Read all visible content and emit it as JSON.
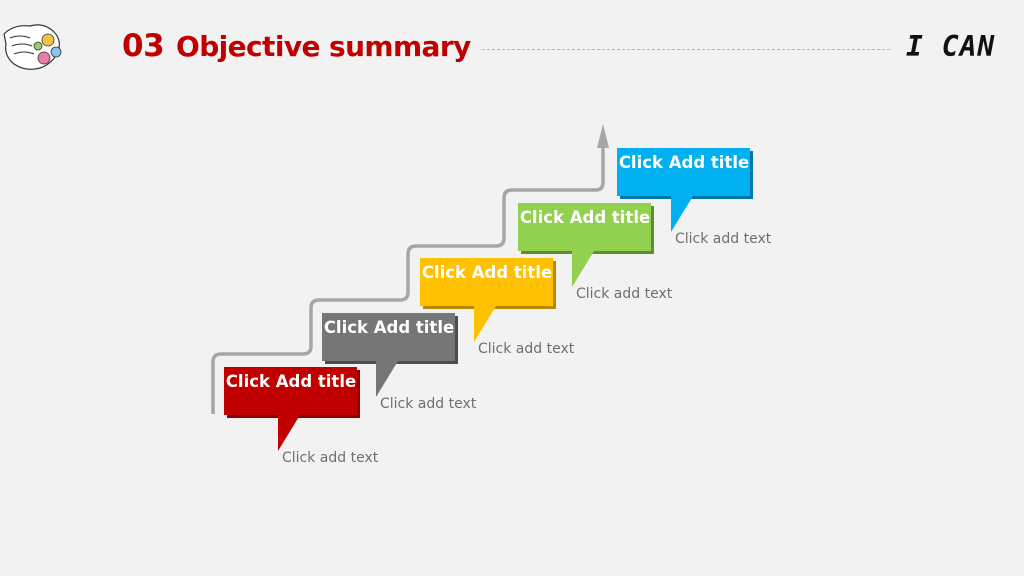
{
  "header": {
    "section_number": "03",
    "title": "Objective summary",
    "brand": "I CAN"
  },
  "colors": {
    "accent": "#c00000",
    "path_line": "#a6a6a6"
  },
  "steps": [
    {
      "title": "Click Add title",
      "text": "Click add text",
      "color": "#c00000",
      "shadow": "#8f0000"
    },
    {
      "title": "Click Add title",
      "text": "Click add text",
      "color": "#767676",
      "shadow": "#4d4d4d"
    },
    {
      "title": "Click Add title",
      "text": "Click add text",
      "color": "#ffc000",
      "shadow": "#b58a00"
    },
    {
      "title": "Click Add title",
      "text": "Click add text",
      "color": "#92d050",
      "shadow": "#5e8f2a"
    },
    {
      "title": "Click Add title",
      "text": "Click add text",
      "color": "#00b0f0",
      "shadow": "#0079a8"
    }
  ]
}
